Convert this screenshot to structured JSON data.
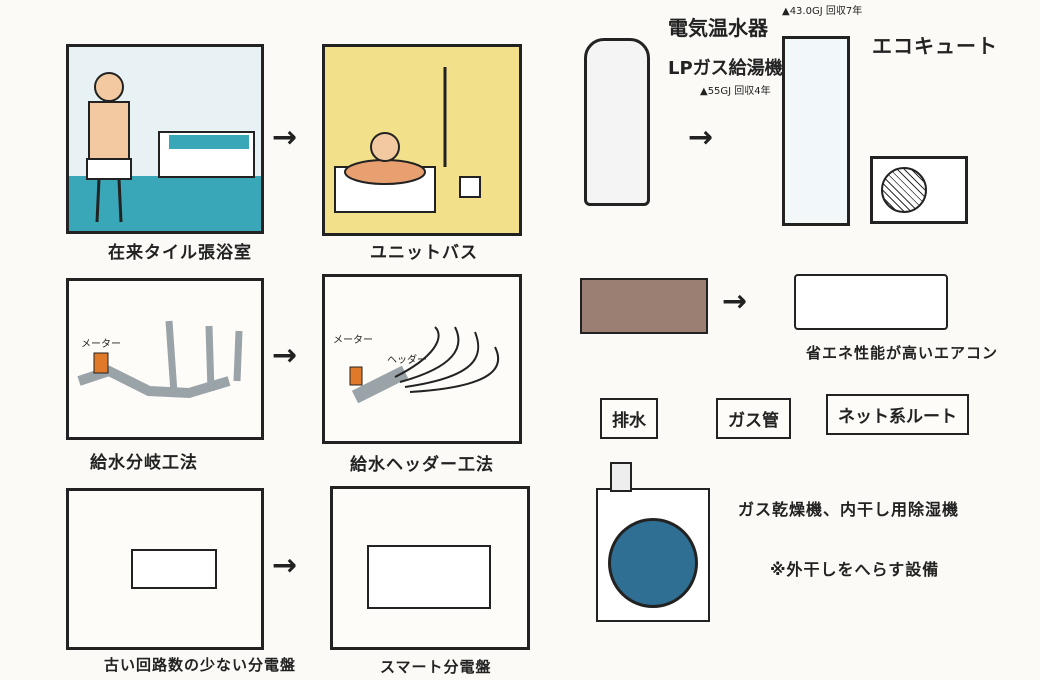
{
  "bathroom": {
    "before_label": "在来タイル張浴室",
    "after_label": "ユニットバス"
  },
  "plumbing": {
    "before_label": "給水分岐工法",
    "after_label": "給水ヘッダー工法",
    "meter_label": "メーター",
    "header_label": "ヘッダー"
  },
  "panel": {
    "before_label": "古い回路数の少ない分電盤",
    "after_label": "スマート分電盤"
  },
  "water_heater": {
    "electric_label": "電気温水器",
    "lp_label": "LPガス給湯機",
    "electric_note": "▲43.0GJ 回収7年",
    "lp_note": "▲55GJ 回収4年",
    "ecocute_label": "エコキュート"
  },
  "aircon": {
    "after_label": "省エネ性能が高いエアコン"
  },
  "routes": [
    "排水",
    "ガス管",
    "ネット系ルート"
  ],
  "dryer": {
    "label": "ガス乾燥機、内干し用除湿機",
    "note": "※外干しをへらす設備"
  },
  "arrow_glyph": "→",
  "colors": {
    "tile": "#3aa7b8",
    "unit_bath": "#f3e08a",
    "pipe": "#9aa3a8",
    "meter": "#e07a2a",
    "dryer_drum": "#2f6f93",
    "aircon_old": "#9b7f72"
  }
}
